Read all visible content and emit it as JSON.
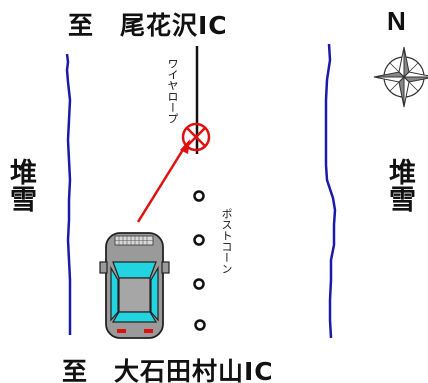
{
  "labels": {
    "destination_north": "至　尾花沢IC",
    "destination_south": "至　大石田村山IC",
    "north": "N",
    "snow_left": "堆雪",
    "snow_right": "堆雪",
    "wire_rope": "ワイヤロープ",
    "post_cone": "ポストコーン"
  },
  "colors": {
    "snow_edge": "#1a1aa8",
    "arrow": "#e01010",
    "car_body": "#9a9a9a",
    "car_glass": "#22d4e0",
    "tail_light": "#e01010",
    "ink": "#111111"
  },
  "elements": {
    "post_cone_count": 4,
    "blocked_marker": "circle-with-x"
  }
}
